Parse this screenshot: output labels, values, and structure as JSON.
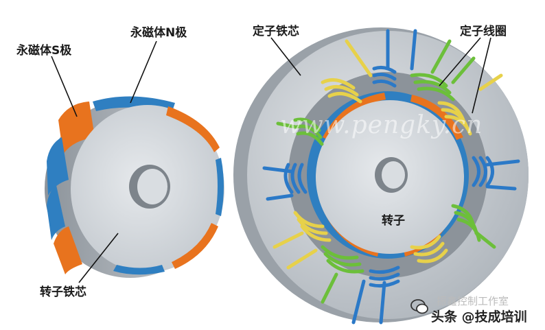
{
  "labels": {
    "rotor_s_pole": "永磁体S极",
    "rotor_n_pole": "永磁体N极",
    "rotor_core": "转子铁芯",
    "stator_core": "定子铁芯",
    "stator_coil": "定子线圈",
    "rotor": "转子"
  },
  "watermark": "www.pengky.cn",
  "badge": {
    "channel_text": "振鑫控制工作室",
    "source_text": "头条 @技成培训",
    "icon": "chat-bubble-icon"
  },
  "colors": {
    "core_gray": "#c9ced3",
    "magnet_orange": "#e8731e",
    "magnet_blue": "#2f7fc1",
    "coil_yellow": "#e7d14a",
    "coil_green": "#6cbf3a",
    "coil_blue": "#2b79c7"
  }
}
